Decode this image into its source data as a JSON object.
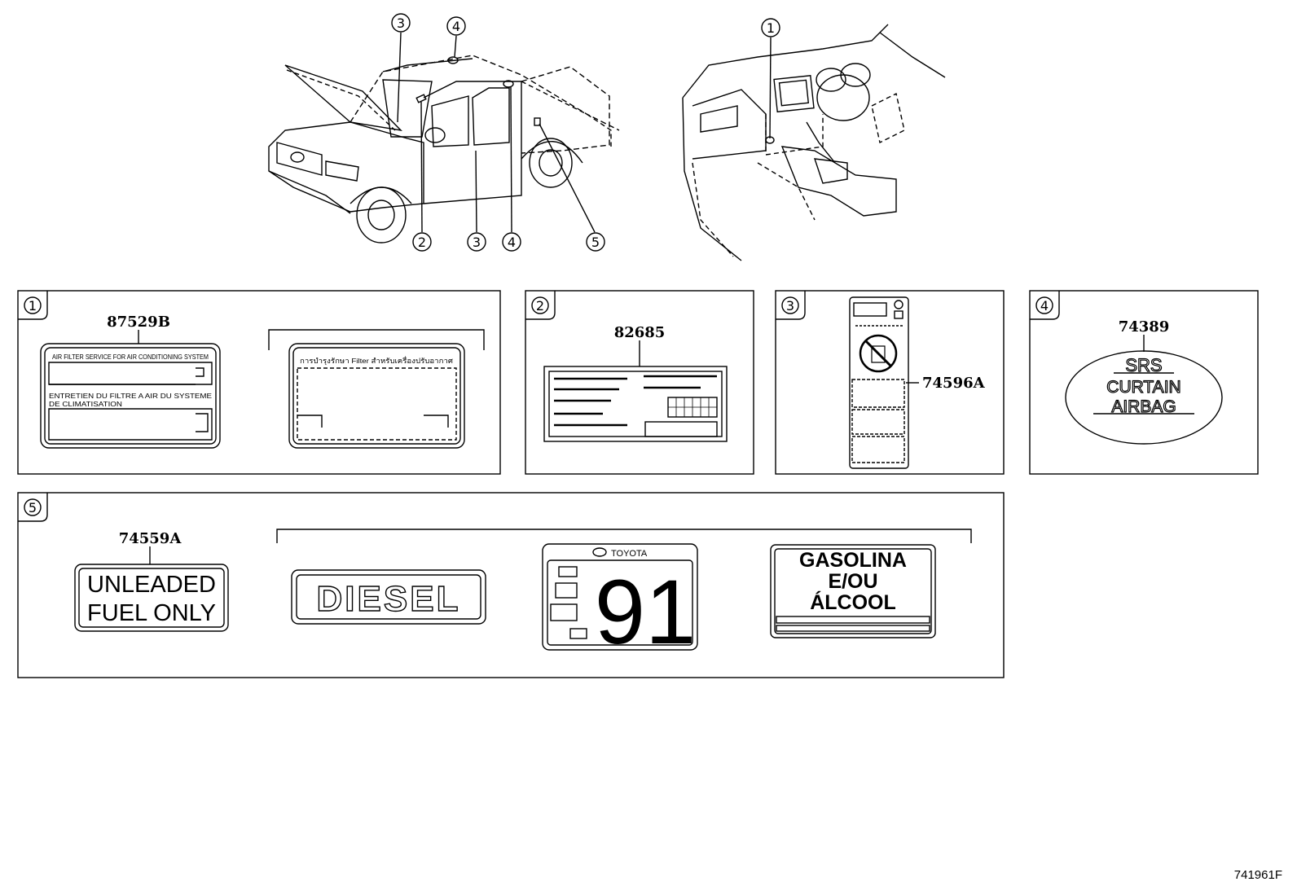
{
  "callouts": [
    "1",
    "2",
    "3",
    "4",
    "5"
  ],
  "panels": {
    "p1": {
      "number": "1",
      "part": "87529B",
      "label_en_1": "AIR FILTER SERVICE FOR AIR CONDITIONING SYSTEM",
      "label_fr_1": "ENTRETIEN DU FILTRE A AIR DU SYSTEME",
      "label_fr_2": "DE CLIMATISATION",
      "label_th": "การบำรุงรักษา Filter สำหรับเครื่องปรับอากาศ"
    },
    "p2": {
      "number": "2",
      "part": "82685"
    },
    "p3": {
      "number": "3",
      "part": "74596A"
    },
    "p4": {
      "number": "4",
      "part": "74389",
      "line1": "SRS",
      "line2": "CURTAIN",
      "line3": "AIRBAG"
    },
    "p5": {
      "number": "5",
      "part": "74559A",
      "unleaded_1": "UNLEADED",
      "unleaded_2": "FUEL ONLY",
      "diesel": "DIESEL",
      "toyota": "TOYOTA",
      "octane": "91",
      "gas_1": "GASOLINA",
      "gas_2": "E/OU",
      "gas_3": "ÁLCOOL"
    }
  },
  "figure_id": "741961F"
}
